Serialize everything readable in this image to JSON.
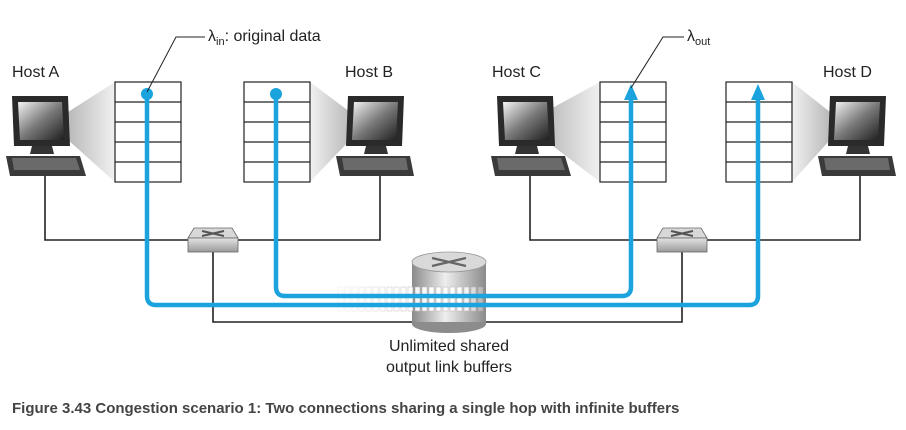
{
  "hosts": {
    "a": "Host A",
    "b": "Host B",
    "c": "Host C",
    "d": "Host D"
  },
  "lambda_in": {
    "symbol": "λ",
    "sub": "in",
    "text": ": original data"
  },
  "lambda_out": {
    "symbol": "λ",
    "sub": "out"
  },
  "router_label": {
    "line1": "Unlimited shared",
    "line2": "output link buffers"
  },
  "caption": "Figure 3.43 Congestion scenario 1: Two connections sharing a single hop with infinite buffers",
  "colors": {
    "flow": "#1aa3dc",
    "wire": "#222222",
    "accent_arrow": "#1aa3dc"
  },
  "icons": [
    "computer-icon",
    "switch-icon",
    "router-icon",
    "buffer-icon"
  ]
}
